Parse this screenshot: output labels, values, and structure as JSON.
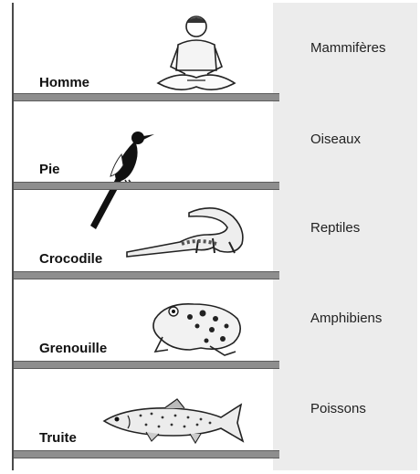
{
  "rows": [
    {
      "name": "Homme",
      "class_label": "Mammifères",
      "icon": "human-icon"
    },
    {
      "name": "Pie",
      "class_label": "Oiseaux",
      "icon": "magpie-icon"
    },
    {
      "name": "Crocodile",
      "class_label": "Reptiles",
      "icon": "crocodile-icon"
    },
    {
      "name": "Grenouille",
      "class_label": "Amphibiens",
      "icon": "frog-icon"
    },
    {
      "name": "Truite",
      "class_label": "Poissons",
      "icon": "trout-icon"
    }
  ]
}
